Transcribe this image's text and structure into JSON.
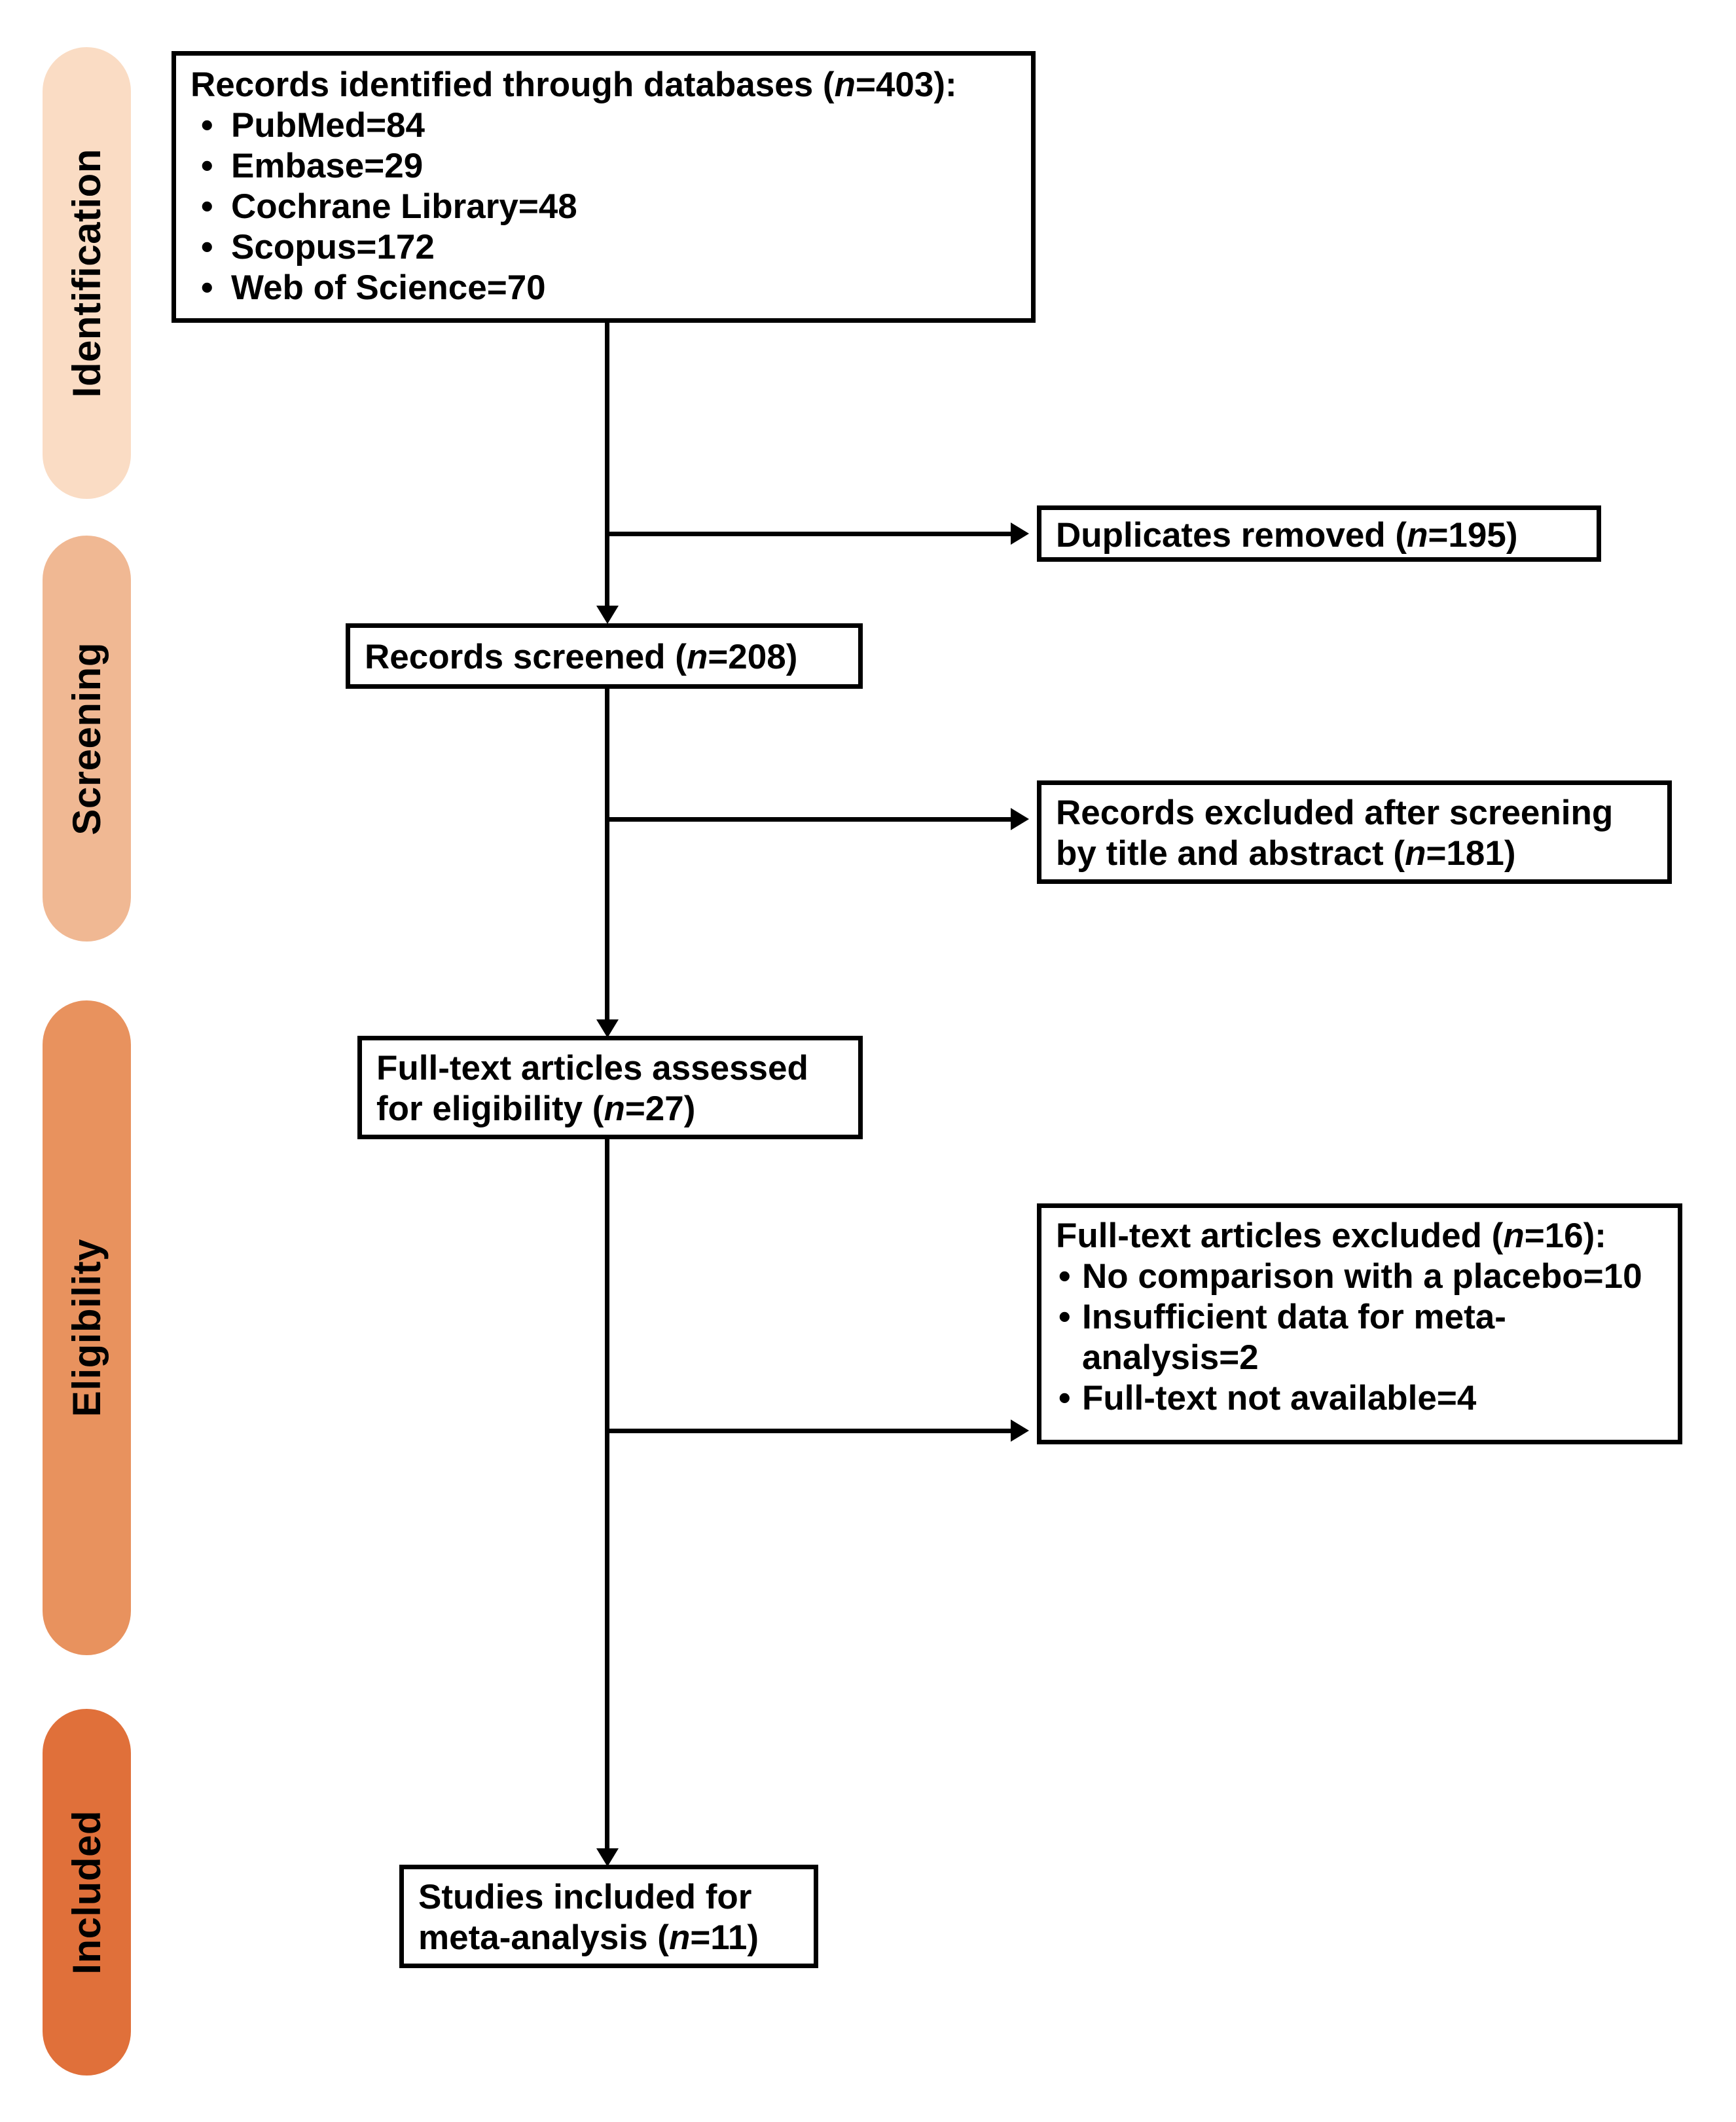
{
  "diagram": {
    "title": "PRISMA study selection flow diagram",
    "colors": {
      "identification": "#fadcc4",
      "screening": "#f0b893",
      "eligibility": "#e8925e",
      "included": "#e0703a",
      "line": "#000000",
      "box_fill": "#ffffff"
    }
  },
  "stages": [
    {
      "key": "identification",
      "label": "Identification",
      "color": "#fadcc4"
    },
    {
      "key": "screening",
      "label": "Screening",
      "color": "#f0b893"
    },
    {
      "key": "eligibility",
      "label": "Eligibility",
      "color": "#e8925e"
    },
    {
      "key": "included",
      "label": "Included",
      "color": "#e0703a"
    }
  ],
  "boxes": {
    "identified": {
      "heading_pre": "Records identified through databases (",
      "heading_n": "n",
      "heading_post": "=403):",
      "items": [
        "PubMed=84",
        "Embase=29",
        "Cochrane Library=48",
        "Scopus=172",
        "Web of Science=70"
      ]
    },
    "duplicates_removed": {
      "pre": "Duplicates removed (",
      "n": "n",
      "post": "=195)"
    },
    "records_screened": {
      "pre": "Records screened (",
      "n": "n",
      "post": "=208)"
    },
    "records_excluded": {
      "line1": "Records excluded after screening",
      "line2_pre": "by title and abstract (",
      "n": "n",
      "line2_post": "=181)"
    },
    "fulltext_assessed": {
      "line1": "Full-text articles assessed",
      "line2_pre": "for eligibility (",
      "n": "n",
      "line2_post": "=27)"
    },
    "fulltext_excluded": {
      "heading_pre": "Full-text articles excluded (",
      "heading_n": "n",
      "heading_post": "=16):",
      "items": [
        "No comparison with a placebo=10",
        "Insufficient data for meta-analysis=2",
        "Full-text not available=4"
      ]
    },
    "studies_included": {
      "line1": "Studies included for",
      "line2_pre": "meta-analysis (",
      "n": "n",
      "line2_post": "=11)"
    }
  },
  "flow_data": {
    "type": "prisma-flow",
    "records_identified_total": 403,
    "sources": [
      {
        "name": "PubMed",
        "count": 84
      },
      {
        "name": "Embase",
        "count": 29
      },
      {
        "name": "Cochrane Library",
        "count": 48
      },
      {
        "name": "Scopus",
        "count": 172
      },
      {
        "name": "Web of Science",
        "count": 70
      }
    ],
    "duplicates_removed": 195,
    "records_screened": 208,
    "records_excluded_title_abstract": 181,
    "fulltext_assessed": 27,
    "fulltext_excluded_total": 16,
    "fulltext_exclusion_reasons": [
      {
        "reason": "No comparison with a placebo",
        "count": 10
      },
      {
        "reason": "Insufficient data for meta-analysis",
        "count": 2
      },
      {
        "reason": "Full-text not available",
        "count": 4
      }
    ],
    "studies_included": 11
  }
}
